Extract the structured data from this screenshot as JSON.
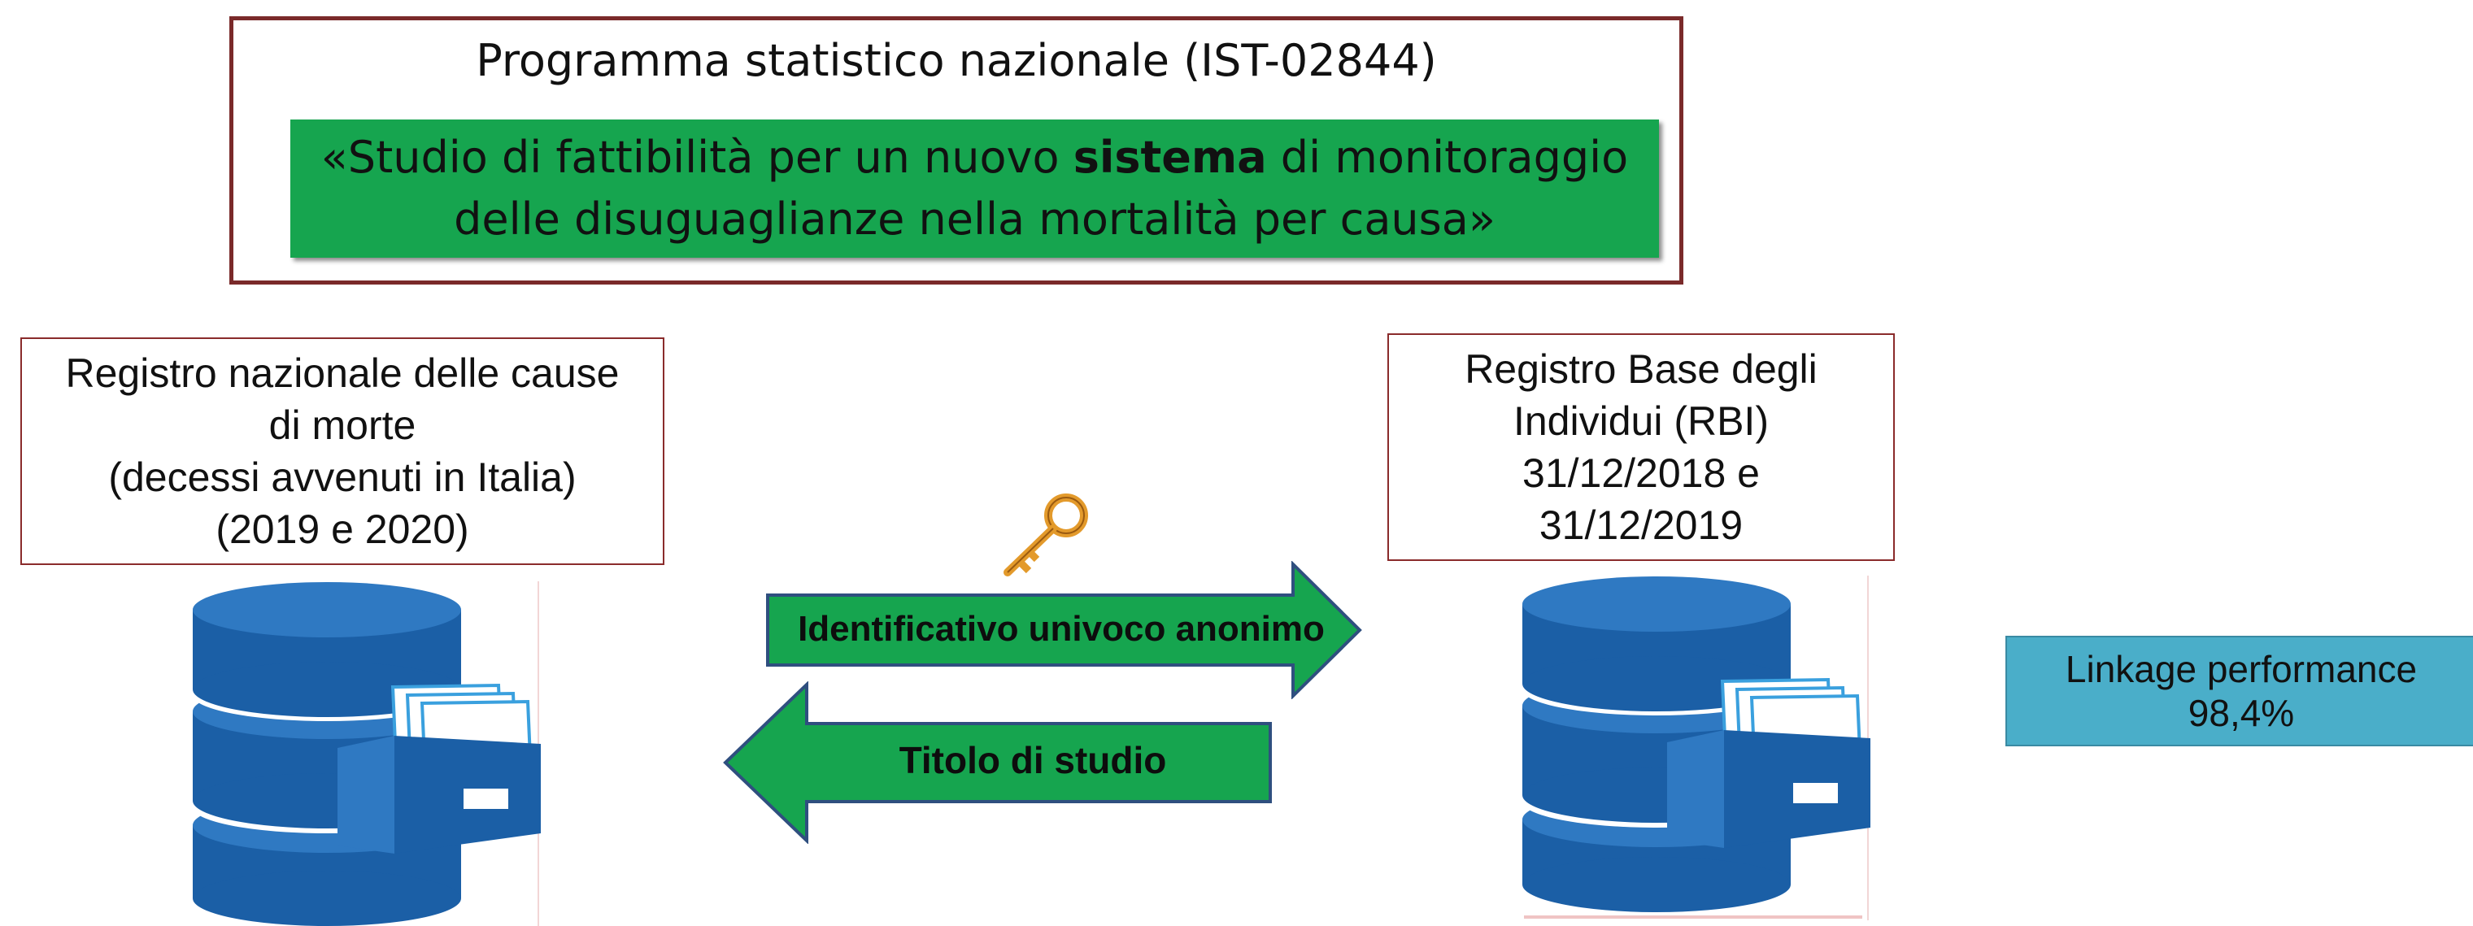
{
  "program": {
    "title": "Programma statistico nazionale (IST-02844)",
    "study_line1_pre": "«Studio di fattibilità per un nuovo ",
    "study_line1_bold": "sistema",
    "study_line1_post": " di monitoraggio",
    "study_line2": "delle disuguaglianze nella mortalità per causa»"
  },
  "left_registry": {
    "lines": [
      "Registro nazionale delle cause",
      "di morte",
      "(decessi avvenuti in Italia)",
      "(2019 e 2020)"
    ]
  },
  "right_registry": {
    "lines": [
      "Registro Base degli",
      "Individui (RBI)",
      "31/12/2018 e",
      "31/12/2019"
    ]
  },
  "arrows": {
    "right_label": "Identificativo univoco anonimo",
    "left_label": "Titolo di studio"
  },
  "linkage": {
    "label": "Linkage performance",
    "value": "98,4%"
  },
  "colors": {
    "green": "#16a54f",
    "database_blue": "#1b5fa6",
    "linkage_blue": "#4aaec9",
    "border_red": "#8a2b2b",
    "key_orange": "#e39a2b"
  },
  "icons": [
    "database-icon",
    "key-icon",
    "arrow-right-icon",
    "arrow-left-icon"
  ]
}
